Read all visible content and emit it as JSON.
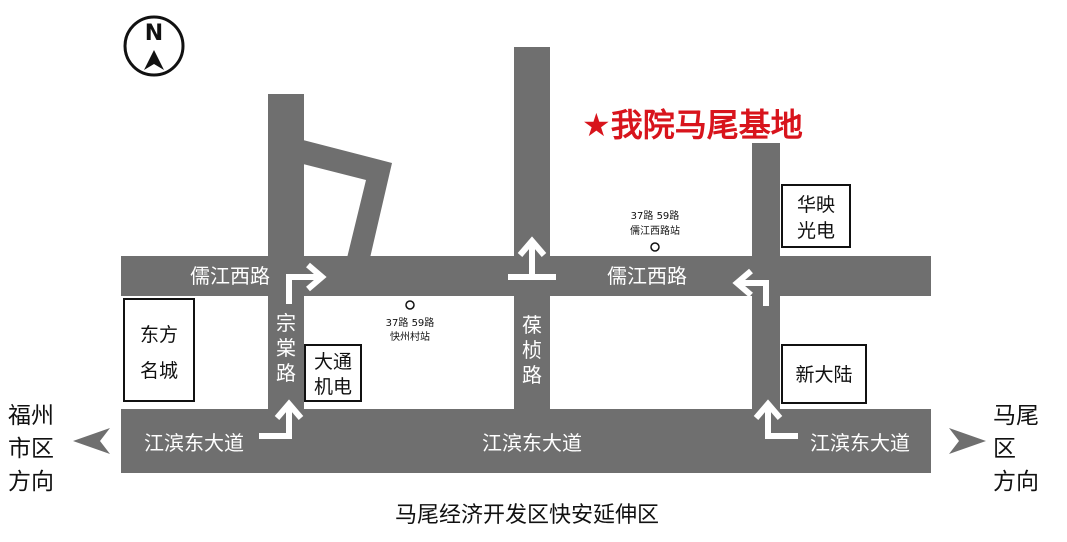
{
  "title": "★我院马尾基地",
  "compass": {
    "letter": "N"
  },
  "roads": {
    "rujiang_left": "儒江西路",
    "rujiang_right": "儒江西路",
    "jiangbin_left": "江滨东大道",
    "jiangbin_mid": "江滨东大道",
    "jiangbin_right": "江滨东大道",
    "zongtang": [
      "宗",
      "棠",
      "路"
    ],
    "baozhen": [
      "葆",
      "桢",
      "路"
    ]
  },
  "buildings": {
    "dongfang": [
      "东方",
      "名城"
    ],
    "datong": [
      "大通",
      "机电"
    ],
    "huaying": [
      "华映",
      "光电"
    ],
    "xindalu": [
      "新大陆"
    ]
  },
  "bus_stops": [
    {
      "lines": "37路 59路",
      "name": "快州村站"
    },
    {
      "lines": "37路 59路",
      "name": "儒江西路站"
    }
  ],
  "directions": {
    "left": [
      "福州",
      "市区",
      "方向"
    ],
    "right": [
      "马尾",
      "区",
      "方向"
    ]
  },
  "footer": "马尾经济开发区快安延伸区",
  "colors": {
    "road": "#6f6f6f",
    "title": "#d8141c",
    "text": "#111111"
  }
}
